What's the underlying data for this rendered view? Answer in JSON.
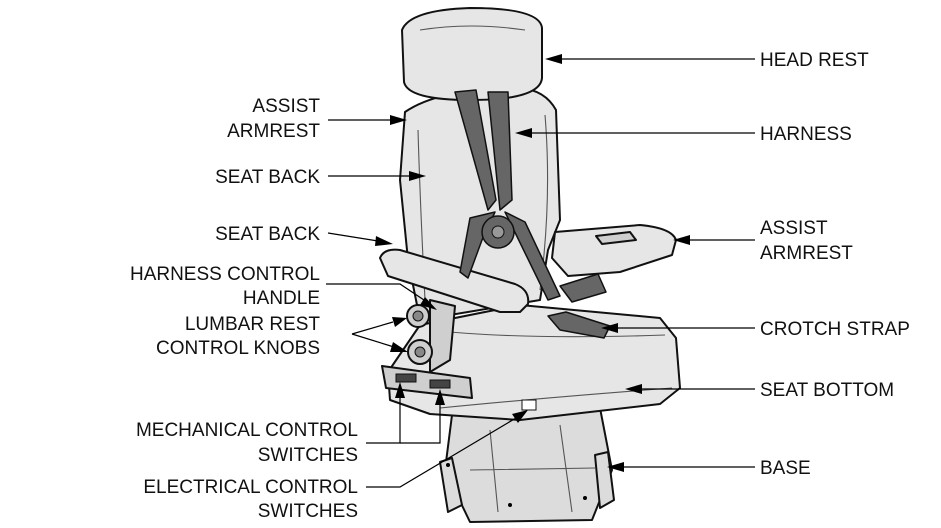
{
  "labels": {
    "head_rest": "HEAD REST",
    "assist_armrest_left_1": "ASSIST",
    "assist_armrest_left_2": "ARMREST",
    "harness": "HARNESS",
    "seat_back_upper": "SEAT BACK",
    "seat_back_lower": "SEAT BACK",
    "assist_armrest_right_1": "ASSIST",
    "assist_armrest_right_2": "ARMREST",
    "harness_control_1": "HARNESS CONTROL",
    "harness_control_2": "HANDLE",
    "lumbar_1": "LUMBAR REST",
    "lumbar_2": "CONTROL KNOBS",
    "crotch_strap": "CROTCH STRAP",
    "seat_bottom": "SEAT BOTTOM",
    "mechanical_1": "MECHANICAL CONTROL",
    "mechanical_2": "SWITCHES",
    "base": "BASE",
    "electrical_1": "ELECTRICAL CONTROL",
    "electrical_2": "SWITCHES"
  }
}
